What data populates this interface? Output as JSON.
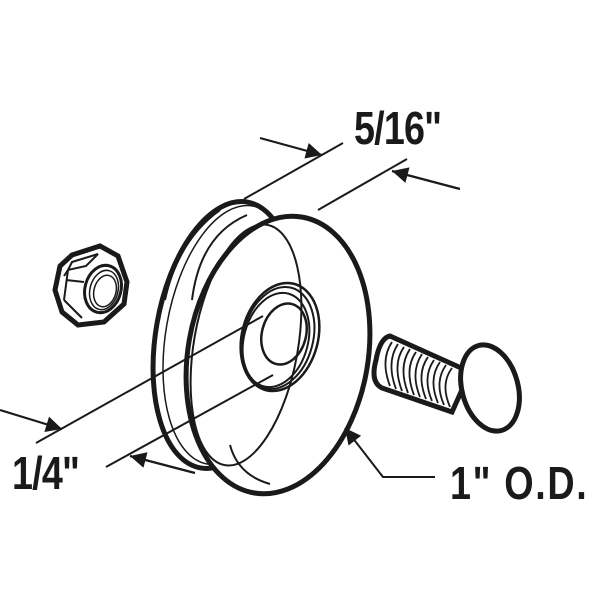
{
  "diagram": {
    "type": "technical-illustration",
    "subject": "roller wheel assembly with nut and screw",
    "parts": [
      {
        "name": "hex nut",
        "icon": "hex-nut-icon"
      },
      {
        "name": "wheel",
        "icon": "wheel-icon"
      },
      {
        "name": "shoulder screw",
        "icon": "screw-icon"
      }
    ],
    "dimensions": {
      "width": "5/16\"",
      "bore": "1/4\"",
      "outer_diameter": "1\" O.D."
    },
    "colors": {
      "line": "#1a1a1a",
      "background": "#ffffff"
    }
  }
}
